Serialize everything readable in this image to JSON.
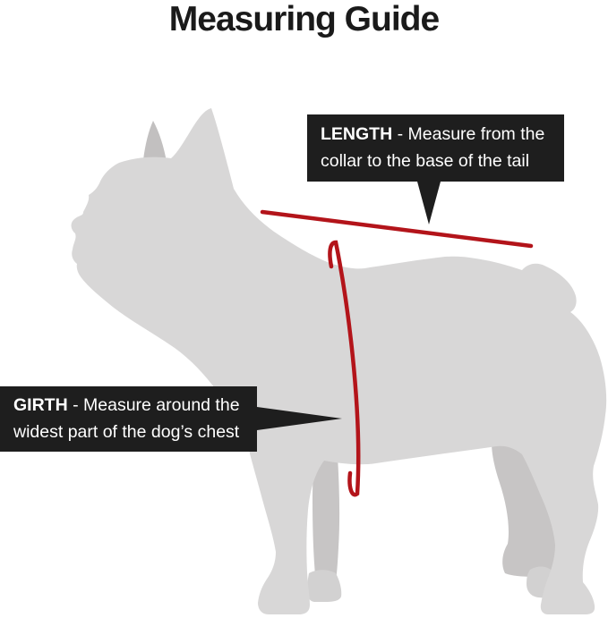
{
  "title": "Measuring Guide",
  "colors": {
    "background": "#ffffff",
    "dog_body": "#d8d7d7",
    "dog_far_limbs": "#c7c5c5",
    "dog_far_ear": "#c2c0c0",
    "dog_far_feet": "#d2d1d1",
    "measure_red": "#b3141a",
    "callout_bg": "#1e1e1e",
    "callout_text": "#ffffff",
    "title_text": "#1a1a1a"
  },
  "callouts": {
    "length": {
      "label": "LENGTH",
      "line1_rest": "- Measure from the",
      "line2": "collar to the base of the tail"
    },
    "girth": {
      "label": "GIRTH",
      "line1_rest": "- Measure around the",
      "line2": "widest part of the dog’s chest"
    }
  }
}
